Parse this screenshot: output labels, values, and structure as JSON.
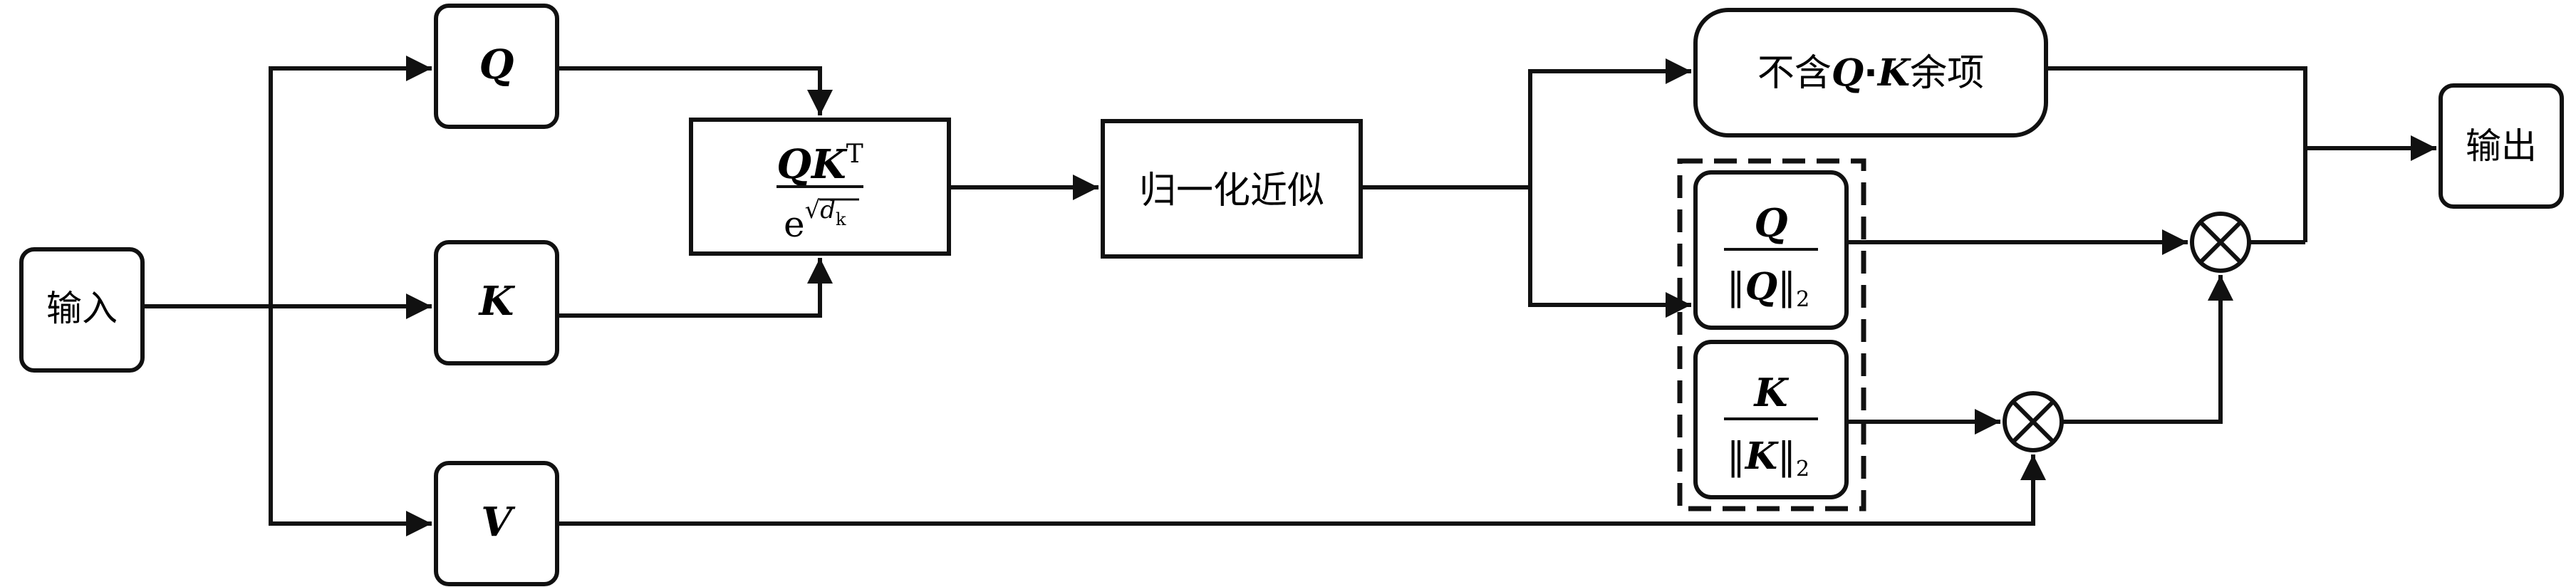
{
  "nodes": {
    "input": "输入",
    "q": "Q",
    "k": "K",
    "v": "V",
    "norm_approx": "归一化近似",
    "no_qk_term": {
      "prefix": "不含",
      "q": "Q",
      "dot": "·",
      "k": "K",
      "suffix": "余项"
    },
    "output": "输出"
  },
  "score": {
    "numerator_q": "Q",
    "numerator_k": "K",
    "transpose": "T",
    "denominator_base": "e",
    "sqrt_sign": "√",
    "d": "d",
    "d_sub": "k"
  },
  "q_norm": {
    "numerator": "Q",
    "denominator": "Q",
    "bar": "‖",
    "sub": "2"
  },
  "k_norm": {
    "numerator": "K",
    "denominator": "K",
    "bar": "‖",
    "sub": "2"
  },
  "multiply_symbol": "⊗"
}
